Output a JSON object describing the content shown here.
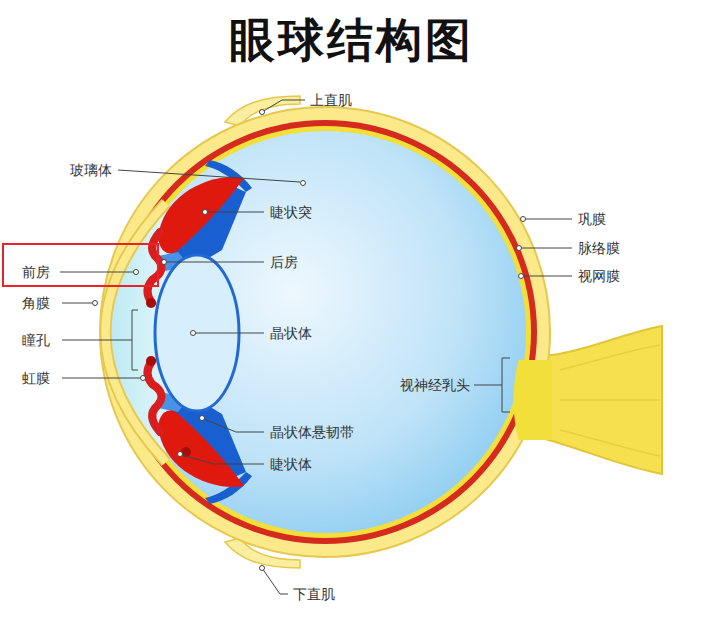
{
  "diagram": {
    "title": "眼球结构图",
    "nodes": [
      {
        "text": [
          "前房"
        ]
      }
    ],
    "labels": [
      "上直肌",
      "玻璃体",
      "睫状突",
      "后房",
      "巩膜",
      "脉络膜",
      "视网膜",
      "角膜",
      "瞳孔",
      "晶状体",
      "虹膜",
      "视神经乳头",
      "晶状体悬韧带",
      "睫状体",
      "下直肌"
    ]
  }
}
